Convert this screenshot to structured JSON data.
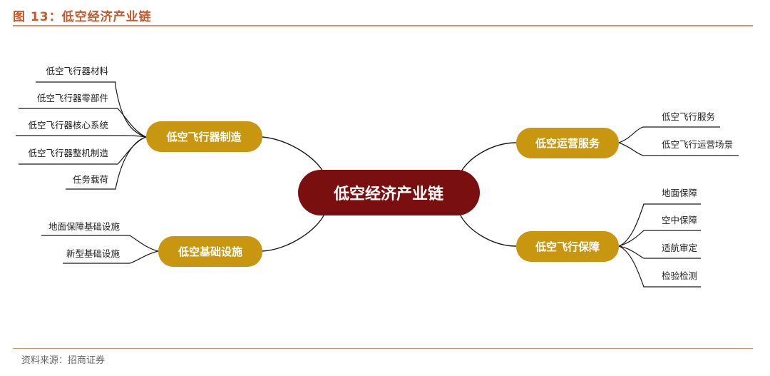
{
  "figure": {
    "title": "图 13：低空经济产业链",
    "source": "资料来源：招商证券"
  },
  "colors": {
    "center": "#7a0f0f",
    "branch": "#c8960f",
    "title": "#c55a2c",
    "line": "#1a1a1a"
  },
  "center": {
    "label": "低空经济产业链"
  },
  "branches": {
    "aircraft_manufacturing": {
      "label": "低空飞行器制造",
      "items": [
        "低空飞行器材料",
        "低空飞行器零部件",
        "低空飞行器核心系统",
        "低空飞行器整机制造",
        "任务载荷"
      ]
    },
    "infrastructure": {
      "label": "低空基础设施",
      "items": [
        "地面保障基础设施",
        "新型基础设施"
      ]
    },
    "operation_services": {
      "label": "低空运营服务",
      "items": [
        "低空飞行服务",
        "低空飞行运营场景"
      ]
    },
    "flight_support": {
      "label": "低空飞行保障",
      "items": [
        "地面保障",
        "空中保障",
        "适航审定",
        "检验检测"
      ]
    }
  }
}
